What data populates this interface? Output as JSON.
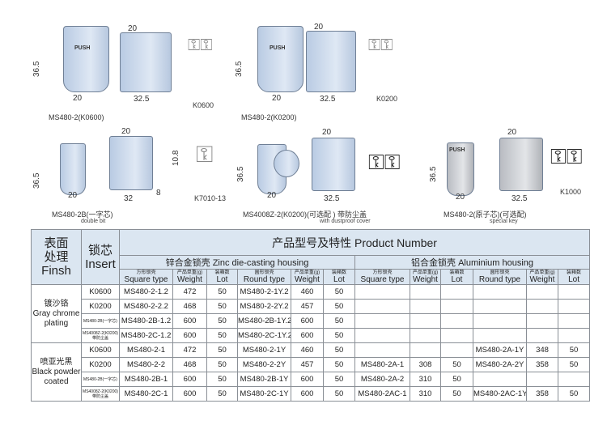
{
  "drawings": {
    "row1": [
      {
        "caption": "MS480-2(K0600)",
        "key_label": "K0600",
        "dims": {
          "height": "36.5",
          "width": "20",
          "depth": "32.5",
          "top": "20"
        },
        "push": "PUSH"
      },
      {
        "caption": "MS480-2(K0200)",
        "key_label": "K0200",
        "dims": {
          "height": "36.5",
          "width": "20",
          "depth": "32.5",
          "top": "20"
        },
        "push": "PUSH"
      }
    ],
    "row2": [
      {
        "caption": "MS480-2B(一字芯)",
        "subcaption": "double bit",
        "key_label": "K7010-13",
        "dims": {
          "height": "36.5",
          "width": "20",
          "depth": "32",
          "top": "20",
          "side": "10.8",
          "offset": "8"
        }
      },
      {
        "caption": "MS4008Z-2(K0200)(可选配 ) 带防尘盖",
        "subcaption": "with dustproof cover",
        "dims": {
          "height": "36.5",
          "width": "20",
          "depth": "32.5",
          "top": "20"
        }
      },
      {
        "caption": "MS480-2(原子芯)(可选配)",
        "subcaption": "special key",
        "key_label": "K1000",
        "dims": {
          "height": "36.5",
          "width": "20",
          "depth": "32.5",
          "top": "20"
        },
        "push": "PUSH"
      }
    ]
  },
  "table": {
    "finish_header_cn": "表面处理",
    "finish_header_en": "Finsh",
    "insert_header_cn": "锁芯",
    "insert_header_en": "Insert",
    "product_header": "产品型号及特性 Product Number",
    "zinc_header": "锌合金锁壳 Zinc die-casting housing",
    "al_header": "铝合金锁壳 Aluminium housing",
    "cols": {
      "square_cn": "方形锁壳",
      "square_en": "Square type",
      "weight_cn": "产品单重(g)",
      "weight_en": "Weight",
      "lot_cn": "装箱数",
      "lot_en": "Lot",
      "round_cn": "圆形锁壳",
      "round_en": "Round type"
    },
    "groups": [
      {
        "finish_cn": "镀沙铬",
        "finish_en": "Gray chrome plating",
        "rows": [
          {
            "insert": "K0600",
            "zs": "MS480-2-1.2",
            "zsw": "472",
            "zsl": "50",
            "zr": "MS480-2-1Y.2",
            "zrw": "460",
            "zrl": "50",
            "as": "",
            "asw": "",
            "asl": "",
            "ar": "",
            "arw": "",
            "arl": ""
          },
          {
            "insert": "K0200",
            "zs": "MS480-2-2.2",
            "zsw": "468",
            "zsl": "50",
            "zr": "MS480-2-2Y.2",
            "zrw": "457",
            "zrl": "50",
            "as": "",
            "asw": "",
            "asl": "",
            "ar": "",
            "arw": "",
            "arl": ""
          },
          {
            "insert": "MS480-2B(一字芯)",
            "zs": "MS480-2B-1.2",
            "zsw": "600",
            "zsl": "50",
            "zr": "MS480-2B-1Y.2",
            "zrw": "600",
            "zrl": "50",
            "as": "",
            "asw": "",
            "asl": "",
            "ar": "",
            "arw": "",
            "arl": ""
          },
          {
            "insert": "MS4008Z-2(K0200)带防尘盖",
            "zs": "MS480-2C-1.2",
            "zsw": "600",
            "zsl": "50",
            "zr": "MS480-2C-1Y.2",
            "zrw": "600",
            "zrl": "50",
            "as": "",
            "asw": "",
            "asl": "",
            "ar": "",
            "arw": "",
            "arl": ""
          }
        ]
      },
      {
        "finish_cn": "喷亚光黑",
        "finish_en": "Black powder coated",
        "rows": [
          {
            "insert": "K0600",
            "zs": "MS480-2-1",
            "zsw": "472",
            "zsl": "50",
            "zr": "MS480-2-1Y",
            "zrw": "460",
            "zrl": "50",
            "as": "",
            "asw": "",
            "asl": "",
            "ar": "MS480-2A-1Y",
            "arw": "348",
            "arl": "50"
          },
          {
            "insert": "K0200",
            "zs": "MS480-2-2",
            "zsw": "468",
            "zsl": "50",
            "zr": "MS480-2-2Y",
            "zrw": "457",
            "zrl": "50",
            "as": "MS480-2A-1",
            "asw": "308",
            "asl": "50",
            "ar": "MS480-2A-2Y",
            "arw": "358",
            "arl": "50"
          },
          {
            "insert": "MS480-2B(一字芯)",
            "zs": "MS480-2B-1",
            "zsw": "600",
            "zsl": "50",
            "zr": "MS480-2B-1Y",
            "zrw": "600",
            "zrl": "50",
            "as": "MS480-2A-2",
            "asw": "310",
            "asl": "50",
            "ar": "",
            "arw": "",
            "arl": ""
          },
          {
            "insert": "MS4008Z-2(K0200)带防尘盖",
            "zs": "MS480-2C-1",
            "zsw": "600",
            "zsl": "50",
            "zr": "MS480-2C-1Y",
            "zrw": "600",
            "zrl": "50",
            "as": "MS480-2AC-1",
            "asw": "310",
            "asl": "50",
            "ar": "MS480-2AC-1Y",
            "arw": "358",
            "arl": "50"
          }
        ]
      }
    ]
  },
  "colors": {
    "header_bg": "#dbe6f1",
    "part_blue": "#c8d7ea",
    "part_gray": "#d0d2d6",
    "border": "#8a8f96"
  }
}
